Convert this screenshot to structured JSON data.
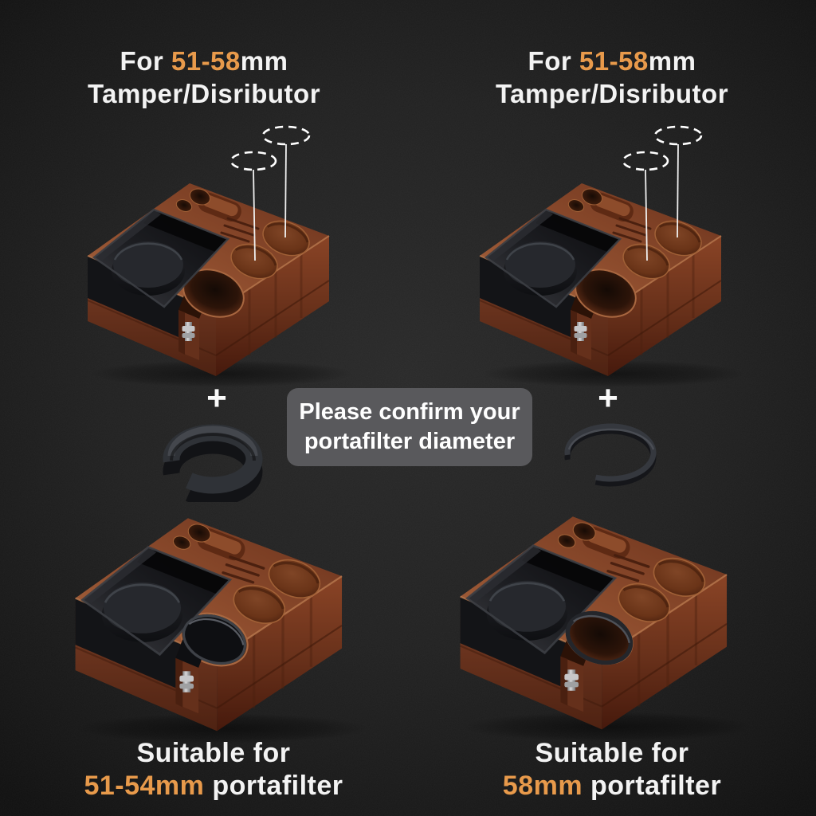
{
  "colors": {
    "background": "#212121",
    "accent_orange": "#E89A4B",
    "text_white": "#F3F3F3",
    "note_panel_bg": "#59595C",
    "wood_top": "#8D4C2D",
    "wood_side": "#67301A",
    "knockbox_black": "#131417",
    "callout_white": "#F0F0F0"
  },
  "labels": {
    "top_left": {
      "prefix": "For ",
      "size": "51-58",
      "unit": "mm",
      "line2": "Tamper/Disributor"
    },
    "top_right": {
      "prefix": "For ",
      "size": "51-58",
      "unit": "mm",
      "line2": "Tamper/Disributor"
    },
    "center_note": {
      "line1": "Please confirm your",
      "line2": "portafilter diameter"
    },
    "plus_left": "+",
    "plus_right": "+",
    "bottom_left": {
      "line1": "Suitable for",
      "size": "51-54mm",
      "rest": " portafilter"
    },
    "bottom_right": {
      "line1": "Suitable for",
      "size": "58mm",
      "rest": " portafilter"
    }
  },
  "icons": {
    "plus": "plus-icon",
    "callout": "dashed-ellipse-callout",
    "collar_adapter": "collar-adapter-photo",
    "thin_ring_adapter": "thin-ring-adapter-photo"
  }
}
